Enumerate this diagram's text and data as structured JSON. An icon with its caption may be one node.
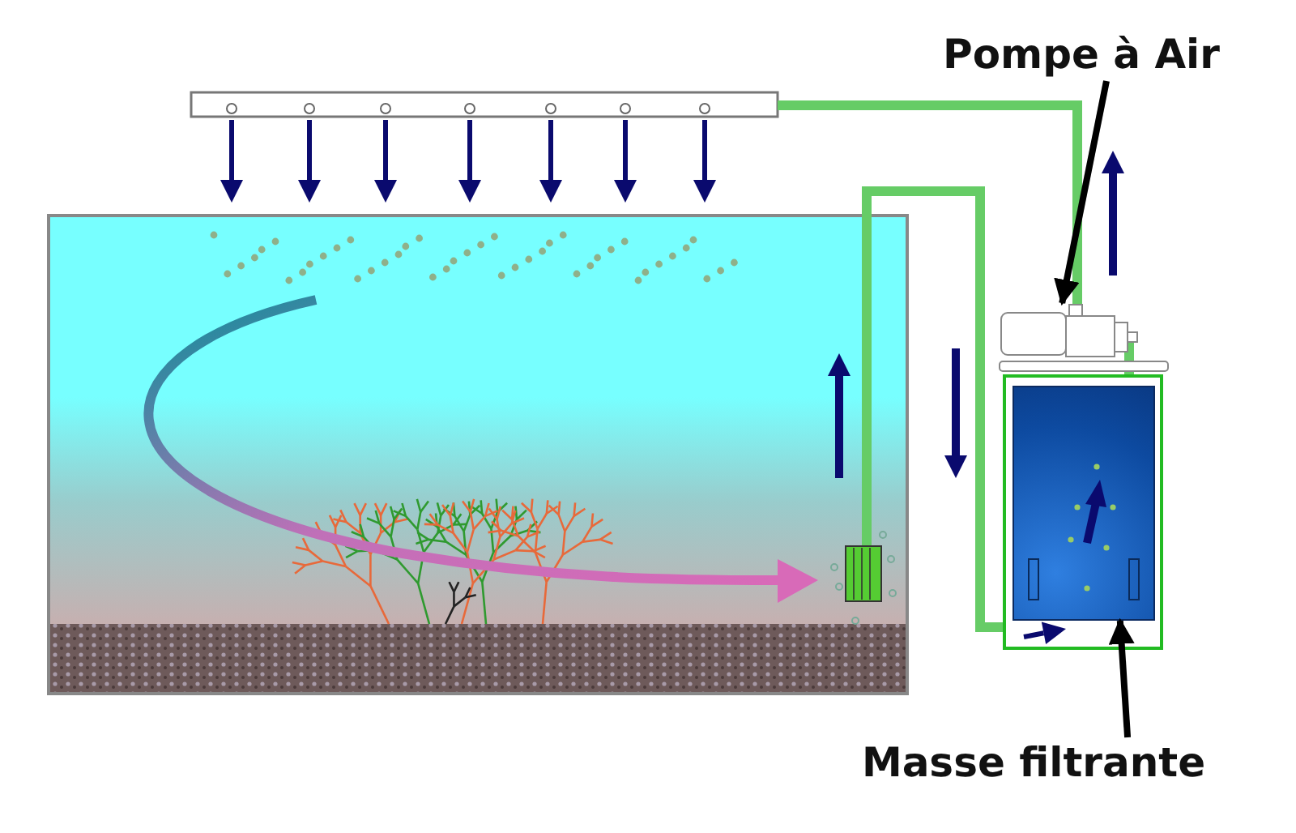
{
  "diagram": {
    "nodes": [
      {
        "text": [
          "Pompe à Air"
        ]
      },
      {
        "text": [],
        "shape": "picture"
      },
      {
        "text": [
          "Masse filtrante"
        ]
      },
      {
        "text": [],
        "shape": "box"
      }
    ],
    "edges": [
      {
        "from": 0,
        "to": 1,
        "arrow": "to"
      },
      {
        "from": 2,
        "to": 3,
        "arrow": "to"
      }
    ]
  }
}
